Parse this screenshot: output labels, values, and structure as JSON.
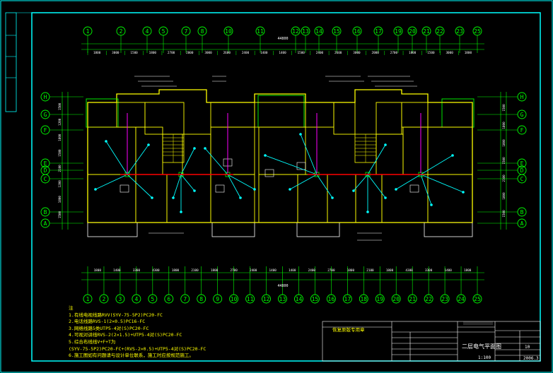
{
  "drawing": {
    "title": "二层电气平面图",
    "stamp": "恢复原版专用章",
    "scale": "1:100",
    "sheet_number": "10",
    "date": "2006.3"
  },
  "grid_top": [
    "1",
    "2",
    "4",
    "5",
    "7",
    "8",
    "10",
    "11",
    "12",
    "13",
    "14",
    "15",
    "16",
    "17",
    "19",
    "20",
    "21",
    "22",
    "23",
    "25"
  ],
  "grid_bottom": [
    "1",
    "2",
    "3",
    "4",
    "5",
    "6",
    "7",
    "8",
    "9",
    "10",
    "11",
    "12",
    "13",
    "14",
    "15",
    "16",
    "17",
    "18",
    "19",
    "20",
    "21",
    "22",
    "23",
    "24",
    "25"
  ],
  "grid_left": [
    "H",
    "G",
    "F",
    "E",
    "D",
    "C",
    "B",
    "A"
  ],
  "grid_right": [
    "H",
    "G",
    "F",
    "E",
    "D",
    "C",
    "B",
    "A"
  ],
  "dim_top_total": "44800",
  "dim_bottom_total": "44800",
  "dim_top_row": [
    "1800",
    "3000",
    "1500",
    "1800",
    "2700",
    "2000",
    "3000",
    "2600",
    "2400",
    "1400",
    "1400",
    "1500",
    "2400",
    "2600",
    "3000",
    "2000",
    "2700",
    "1800",
    "1500",
    "3000",
    "1800"
  ],
  "dim_bottom_row": [
    "1800",
    "1400",
    "3300",
    "4300",
    "1800",
    "2100",
    "1800",
    "2700",
    "2400",
    "1400",
    "1400",
    "2400",
    "2700",
    "1800",
    "2100",
    "1800",
    "4300",
    "3300",
    "1400",
    "1800"
  ],
  "dim_left": [
    "1500",
    "1200",
    "1800",
    "1500",
    "2100",
    "1200",
    "1800",
    "1500"
  ],
  "dim_right": [
    "1500",
    "1800",
    "1800",
    "1500",
    "2100",
    "1800",
    "1500"
  ],
  "notes": {
    "heading": "注",
    "lines": [
      "1.有线电视线路RVV(SYV-75-5P2)PC20-FC",
      "2.电话线路RVS-1(2×0.5)PC16-FC",
      "3.网络线路5类UTP5-4对(S)PC20-FC",
      "4.可视对讲线RVS-2(2×1.5)+UTP5-4对(S)PC20-FC",
      "5.综合布线线V+F+T为",
      "  (SYV-75-5P2)PC20-FC+(RVS-2×0.5)+UTP5-4对(S)PC20-FC",
      "6.施工图如有问题请与设计单位联系，施工时应按规范施工。"
    ]
  },
  "colors": {
    "frame": "#00ffff",
    "grid": "#00ff00",
    "wall": "#ffff00",
    "cable": "#00ffff",
    "bus": "#ff0000",
    "riser": "#ff00ff",
    "label_white": "#ffffff"
  }
}
